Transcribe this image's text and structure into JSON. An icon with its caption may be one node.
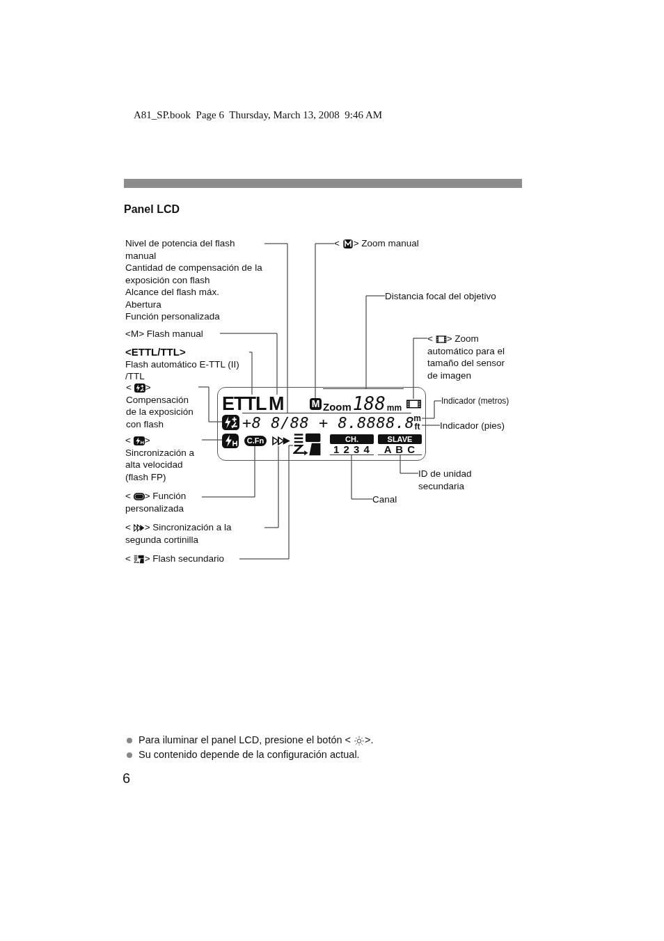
{
  "diagram": {
    "title": "Panel LCD",
    "nodes": [
      {
        "text": [],
        "shape": "box"
      },
      {
        "text": [
          "ETTL"
        ],
        "in": 0
      },
      {
        "text": [
          "M"
        ],
        "in": 0
      },
      {
        "text": [
          "M"
        ],
        "in": 0
      },
      {
        "text": [
          "Zoom",
          "188",
          "mm"
        ],
        "in": 0
      },
      {
        "text": [],
        "shape": "icon",
        "in": 0
      },
      {
        "text": [],
        "shape": "icon",
        "in": 0
      },
      {
        "text": [
          "+8 8/88 + 8.8888.8"
        ],
        "in": 0
      },
      {
        "text": [
          "m"
        ],
        "in": 0
      },
      {
        "text": [
          "ft"
        ],
        "in": 0
      },
      {
        "text": [],
        "shape": "icon",
        "in": 0
      },
      {
        "text": [
          "C.Fn"
        ],
        "in": 0
      },
      {
        "text": [],
        "shape": "icon",
        "in": 0
      },
      {
        "text": [],
        "shape": "icon",
        "in": 0
      },
      {
        "text": [
          "CH.",
          "1 2 3 4"
        ],
        "in": 0
      },
      {
        "text": [
          "SLAVE",
          "A B C"
        ],
        "in": 0
      },
      {
        "text": [
          "Nivel de potencia del flash manual",
          "Cantidad de compensación de la exposición con flash",
          "Alcance del flash máx.",
          "Abertura",
          "Función personalizada"
        ]
      },
      {
        "text": [
          "<M> Flash manual"
        ]
      },
      {
        "text": [
          "<ETTL/TTL>",
          "Flash automático E-TTL (II) /TTL"
        ]
      },
      {
        "text": [
          "< >",
          "Compensación de la exposición con flash"
        ]
      },
      {
        "text": [
          "< >",
          "Sincronización a alta velocidad (flash FP)"
        ]
      },
      {
        "text": [
          "< > Función personalizada"
        ]
      },
      {
        "text": [
          "< > Sincronización a la segunda cortinilla"
        ]
      },
      {
        "text": [
          "< > Flash secundario"
        ]
      },
      {
        "text": [
          "< > Zoom manual"
        ]
      },
      {
        "text": [
          "Distancia focal del objetivo"
        ]
      },
      {
        "text": [
          "< > Zoom automático para el tamaño del sensor de imagen"
        ]
      },
      {
        "text": [
          "Indicador (metros)"
        ]
      },
      {
        "text": [
          "Indicador (pies)"
        ]
      },
      {
        "text": [
          "ID de unidad secundaria"
        ]
      },
      {
        "text": [
          "Canal"
        ]
      }
    ],
    "edges": [
      {
        "from": 16,
        "to": 7,
        "arrow": "none"
      },
      {
        "from": 17,
        "to": 2,
        "arrow": "none"
      },
      {
        "from": 18,
        "to": 1,
        "arrow": "none"
      },
      {
        "from": 19,
        "to": 6,
        "arrow": "none"
      },
      {
        "from": 20,
        "to": 10,
        "arrow": "none"
      },
      {
        "from": 21,
        "to": 11,
        "arrow": "none"
      },
      {
        "from": 22,
        "to": 12,
        "arrow": "none"
      },
      {
        "from": 23,
        "to": 13,
        "arrow": "none"
      },
      {
        "from": 24,
        "to": 3,
        "arrow": "none"
      },
      {
        "from": 25,
        "to": 4,
        "arrow": "none"
      },
      {
        "from": 26,
        "to": 5,
        "arrow": "none"
      },
      {
        "from": 27,
        "to": 8,
        "arrow": "none"
      },
      {
        "from": 28,
        "to": 9,
        "arrow": "none"
      },
      {
        "from": 29,
        "to": 15,
        "arrow": "none"
      },
      {
        "from": 30,
        "to": 14,
        "arrow": "none"
      }
    ],
    "labels": [
      "A81_SP.book  Page 6  Thursday, March 13, 2008  9:46 AM",
      "Para iluminar el panel LCD, presione el botón < >.",
      "Su contenido depende de la configuración actual.",
      "6"
    ]
  }
}
